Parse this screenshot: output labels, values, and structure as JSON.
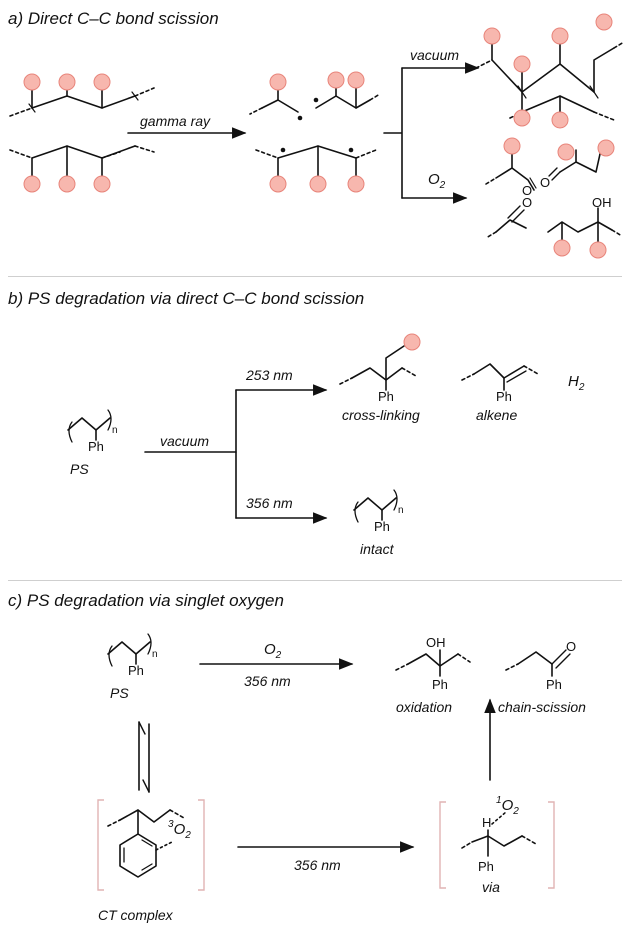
{
  "panels": {
    "a": {
      "title": "a) Direct C–C bond scission",
      "gamma": "gamma ray",
      "vacuum": "vacuum",
      "o2": "O",
      "o2_sub": "2",
      "ald_o": "O",
      "ket_o": "O",
      "est_o": "O",
      "oh": "OH"
    },
    "b": {
      "title": "b) PS degradation via direct C–C bond scission",
      "vacuum": "vacuum",
      "nm253": "253 nm",
      "nm356": "356 nm",
      "ph": "Ph",
      "n": "n",
      "ps": "PS",
      "crosslinking": "cross-linking",
      "alkene": "alkene",
      "h2": "H",
      "h2_sub": "2",
      "intact": "intact"
    },
    "c": {
      "title": "c) PS degradation via singlet oxygen",
      "o2": "O",
      "o2_sub": "2",
      "nm356_top": "356 nm",
      "nm356_bottom": "356 nm",
      "ph": "Ph",
      "n": "n",
      "ps": "PS",
      "oh": "OH",
      "o": "O",
      "oxidation": "oxidation",
      "chainscission": "chain-scission",
      "ct_complex": "CT complex",
      "triplet_sup": "3",
      "triplet_o": "O",
      "triplet_sub": "2",
      "singlet_sup": "1",
      "singlet_o": "O",
      "singlet_sub": "2",
      "h": "H",
      "via": "via"
    }
  },
  "colors": {
    "bead_fill": "#f7b7ae",
    "bead_stroke": "#e8847a",
    "bracket": "#e0b4b4",
    "divider": "#cfcfcf"
  }
}
